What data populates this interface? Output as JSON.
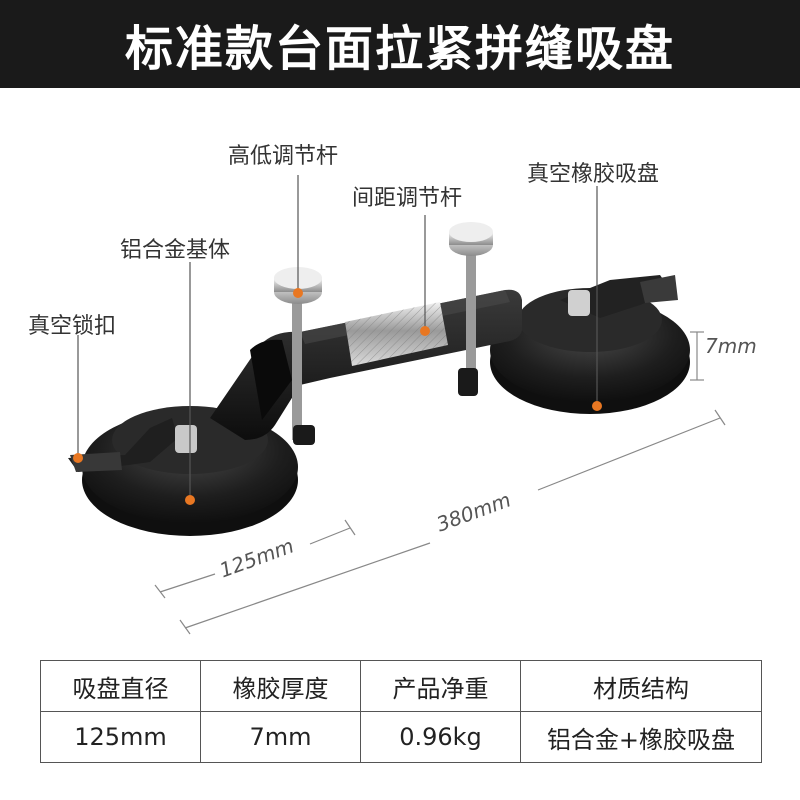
{
  "title": "标准款台面拉紧拼缝吸盘",
  "callouts": {
    "height_rod": "高低调节杆",
    "spacing_rod": "间距调节杆",
    "rubber_cup": "真空橡胶吸盘",
    "aluminum_base": "铝合金基体",
    "vacuum_lock": "真空锁扣"
  },
  "dimensions": {
    "thickness": "7mm",
    "total_length": "380mm",
    "cup_diameter": "125mm"
  },
  "spec_table": {
    "headers": [
      "吸盘直径",
      "橡胶厚度",
      "产品净重",
      "材质结构"
    ],
    "values": [
      "125mm",
      "7mm",
      "0.96kg",
      "铝合金+橡胶吸盘"
    ]
  },
  "colors": {
    "title_bg": "#1a1a1a",
    "title_text": "#ffffff",
    "callout_dot": "#e87722",
    "product_body": "#1c1c1c"
  }
}
